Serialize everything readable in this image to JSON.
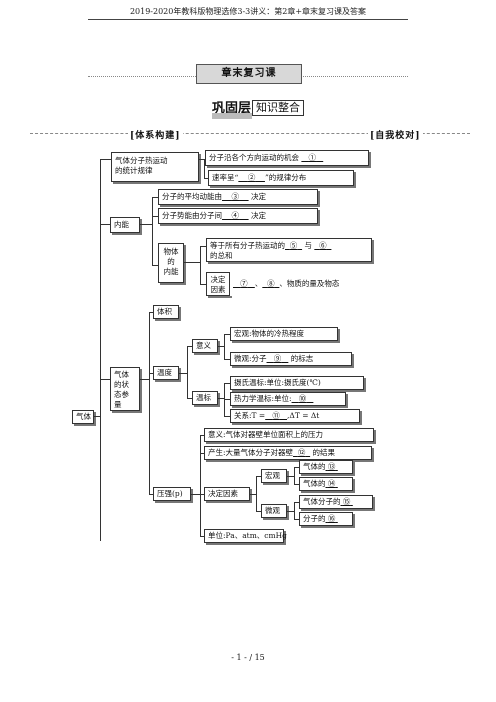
{
  "header": "2019-2020年教科版物理选修3-3讲义：第2章+章末复习课及答案",
  "title": "章末复习课",
  "badge": {
    "left": "巩固层",
    "right": "知识整合"
  },
  "sections": {
    "left": "[体系构建]",
    "right": "[自我校对]"
  },
  "nodes": {
    "stat_law": "气体分子热运动的统计规律",
    "stat_law_line1": "气体分子热运动",
    "stat_law_line2": "的统计规律",
    "chance": "分子沿各个方向运动的机会",
    "chance_num": "①",
    "speed_pre": "速率呈“",
    "speed_num": "②",
    "speed_post": "”的规律分布",
    "internal_energy": "内能",
    "avg_kinetic_pre": "分子的平均动能由",
    "avg_kinetic_num": "③",
    "avg_kinetic_post": "决定",
    "potential_pre": "分子势能由分子间",
    "potential_num": "④",
    "potential_post": "决定",
    "body_internal_1": "物体",
    "body_internal_2": "的",
    "body_internal_3": "内能",
    "sum_pre": "等于所有分子热运动的",
    "sum_num5": "⑤",
    "sum_mid": "与",
    "sum_num6": "⑥",
    "sum_line2": "的总和",
    "deciding_1": "决定",
    "deciding_2": "因素",
    "deciding_num7": "⑦",
    "deciding_sep": "、",
    "deciding_num8": "⑧",
    "deciding_post": "、物质的量及物态",
    "gas": "气体",
    "state_1": "气体",
    "state_2": "的状",
    "state_3": "态参",
    "state_4": "量",
    "volume": "体积",
    "temperature": "温度",
    "meaning": "意义",
    "macro_meaning": "宏观:物体的冷热程度",
    "micro_pre": "微观:分子",
    "micro_num": "⑨",
    "micro_post": "的标志",
    "scale": "温标",
    "celsius": "摄氏温标:单位:摄氏度(℃)",
    "thermo_pre": "热力学温标:单位:",
    "thermo_num": "⑩",
    "relation_pre": "关系:T =",
    "relation_num": "⑪",
    "relation_post": ",ΔT = Δt",
    "pressure": "压强(p)",
    "p_meaning": "意义:气体对器壁单位面积上的压力",
    "p_origin_pre": "产生:大量气体分子对器壁",
    "p_origin_num": "⑫",
    "p_origin_post": "的结果",
    "p_factors": "决定因素",
    "macro": "宏观",
    "macro1_pre": "气体的",
    "macro1_num": "⑬",
    "macro2_pre": "气体的",
    "macro2_num": "⑭",
    "micro": "微观",
    "micro1_pre": "气体分子的",
    "micro1_num": "⑮",
    "micro2_pre": "分子的",
    "micro2_num": "⑯",
    "units": "单位:Pa、atm、cmHg"
  },
  "footer": "- 1 - / 15"
}
